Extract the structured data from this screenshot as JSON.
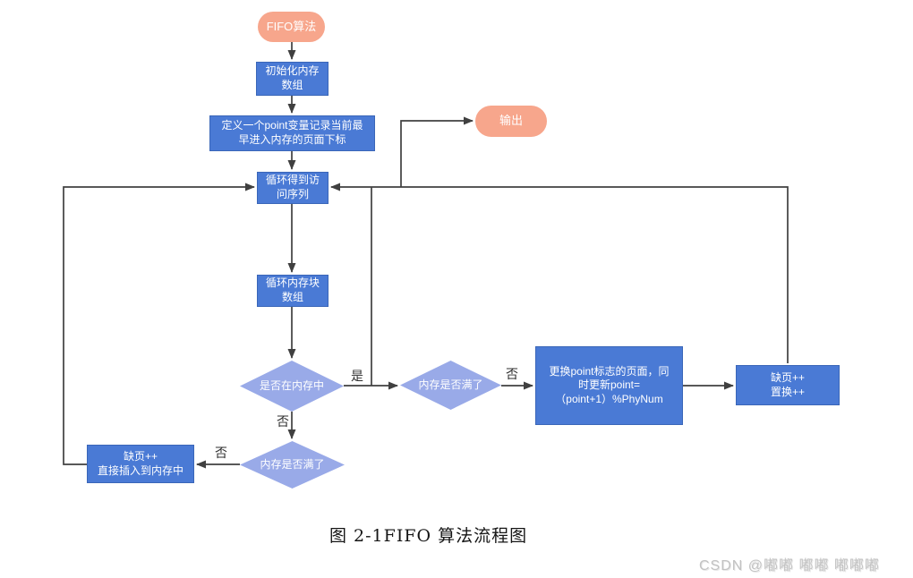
{
  "nodes": {
    "start": {
      "label": "FIFO算法"
    },
    "init": {
      "label": "初始化内存\n数组"
    },
    "define": {
      "label": "定义一个point变量记录当前最\n早进入内存的页面下标"
    },
    "loop_access": {
      "label": "循环得到访\n问序列"
    },
    "output": {
      "label": "输出"
    },
    "loop_mem": {
      "label": "循环内存块\n数组"
    },
    "in_memory": {
      "label": "是否在内存中"
    },
    "mem_full_right": {
      "label": "内存是否满了"
    },
    "replace": {
      "label": "更换point标志的页面，同\n时更新point=\n（point+1）%PhyNum"
    },
    "fault_swap": {
      "label": "缺页++\n置换++"
    },
    "mem_full_bottom": {
      "label": "内存是否满了"
    },
    "fault_insert": {
      "label": "缺页++\n直接插入到内存中"
    }
  },
  "edge_labels": {
    "in_memory_yes": "是",
    "in_memory_no": "否",
    "mem_full_right_no": "否",
    "mem_full_bottom_no": "否"
  },
  "caption": "图 2-1FIFO 算法流程图",
  "watermark": "CSDN @嘟嘟 嘟嘟 嘟嘟嘟",
  "colors": {
    "terminal_fill": "#F7A68C",
    "process_fill": "#4A7AD5",
    "process_border": "#3A66B8",
    "decision_fill": "#99AAE8",
    "line": "#404040"
  }
}
